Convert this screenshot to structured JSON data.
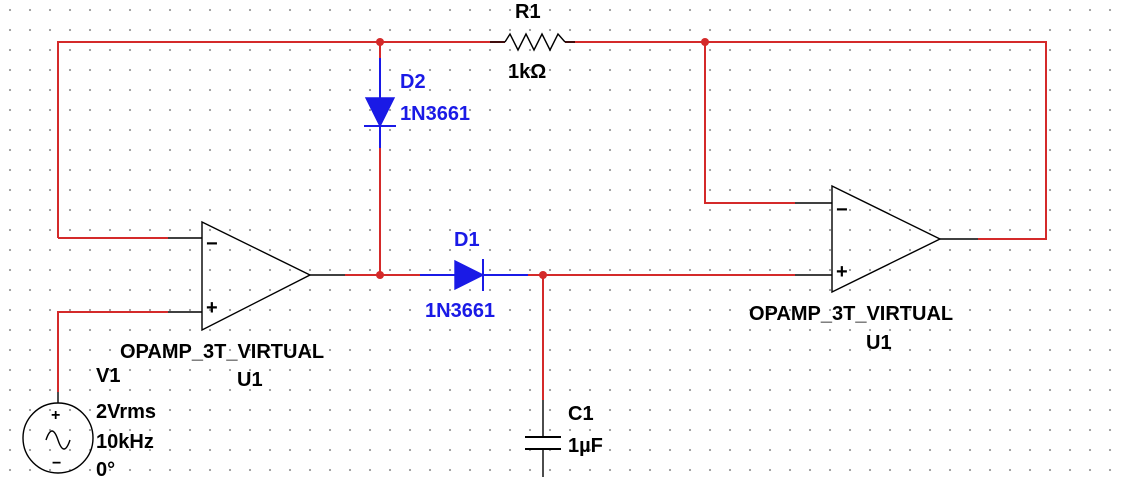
{
  "colors": {
    "wire": "#d42a2a",
    "component": "#000000",
    "diode": "#1a1ae6",
    "label_black": "#000000",
    "label_blue": "#1a1ae6",
    "grid_dot": "#9a9a9a",
    "background": "#ffffff"
  },
  "components": {
    "r1": {
      "ref": "R1",
      "value": "1kΩ"
    },
    "d2": {
      "ref": "D2",
      "part": "1N3661"
    },
    "d1": {
      "ref": "D1",
      "part": "1N3661"
    },
    "u1_left": {
      "model": "OPAMP_3T_VIRTUAL",
      "ref": "U1",
      "minus": "−",
      "plus": "+"
    },
    "u1_right": {
      "model": "OPAMP_3T_VIRTUAL",
      "ref": "U1",
      "minus": "−",
      "plus": "+"
    },
    "v1": {
      "ref": "V1",
      "amplitude": "2Vrms",
      "frequency": "10kHz",
      "phase": "0°",
      "plus": "+",
      "minus": "−"
    },
    "c1": {
      "ref": "C1",
      "value": "1µF"
    }
  },
  "icons": [
    "resistor-icon",
    "diode-icon",
    "opamp-icon",
    "ac-source-icon",
    "capacitor-icon"
  ]
}
